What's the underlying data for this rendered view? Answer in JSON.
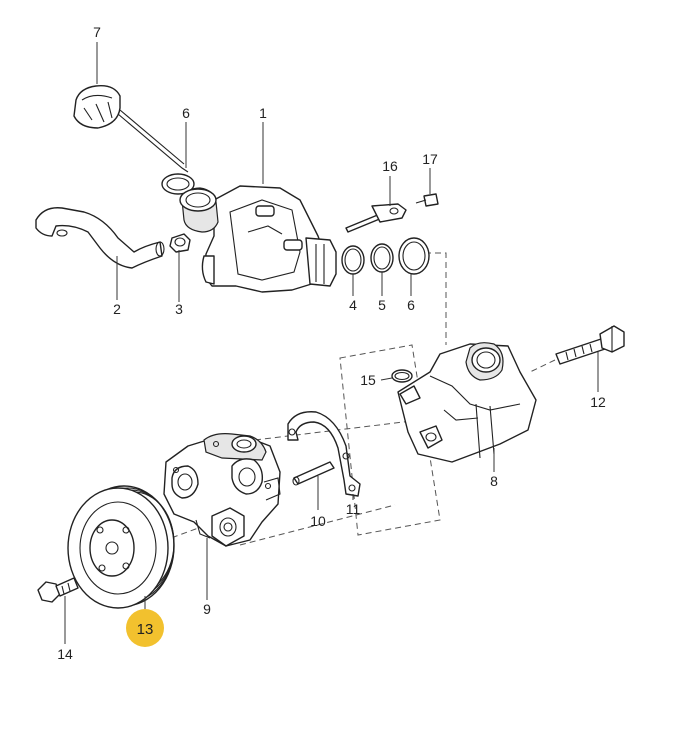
{
  "callouts": {
    "c1": "1",
    "c2": "2",
    "c3": "3",
    "c4": "4",
    "c5": "5",
    "c6a": "6",
    "c6b": "6",
    "c7": "7",
    "c8": "8",
    "c9": "9",
    "c10": "10",
    "c11": "11",
    "c12": "12",
    "c13": "13",
    "c14": "14",
    "c15": "15",
    "c16": "16",
    "c17": "17"
  },
  "highlight": {
    "callout": "13",
    "color": "#f2c12e"
  },
  "colors": {
    "line": "#222222",
    "background": "#ffffff"
  }
}
